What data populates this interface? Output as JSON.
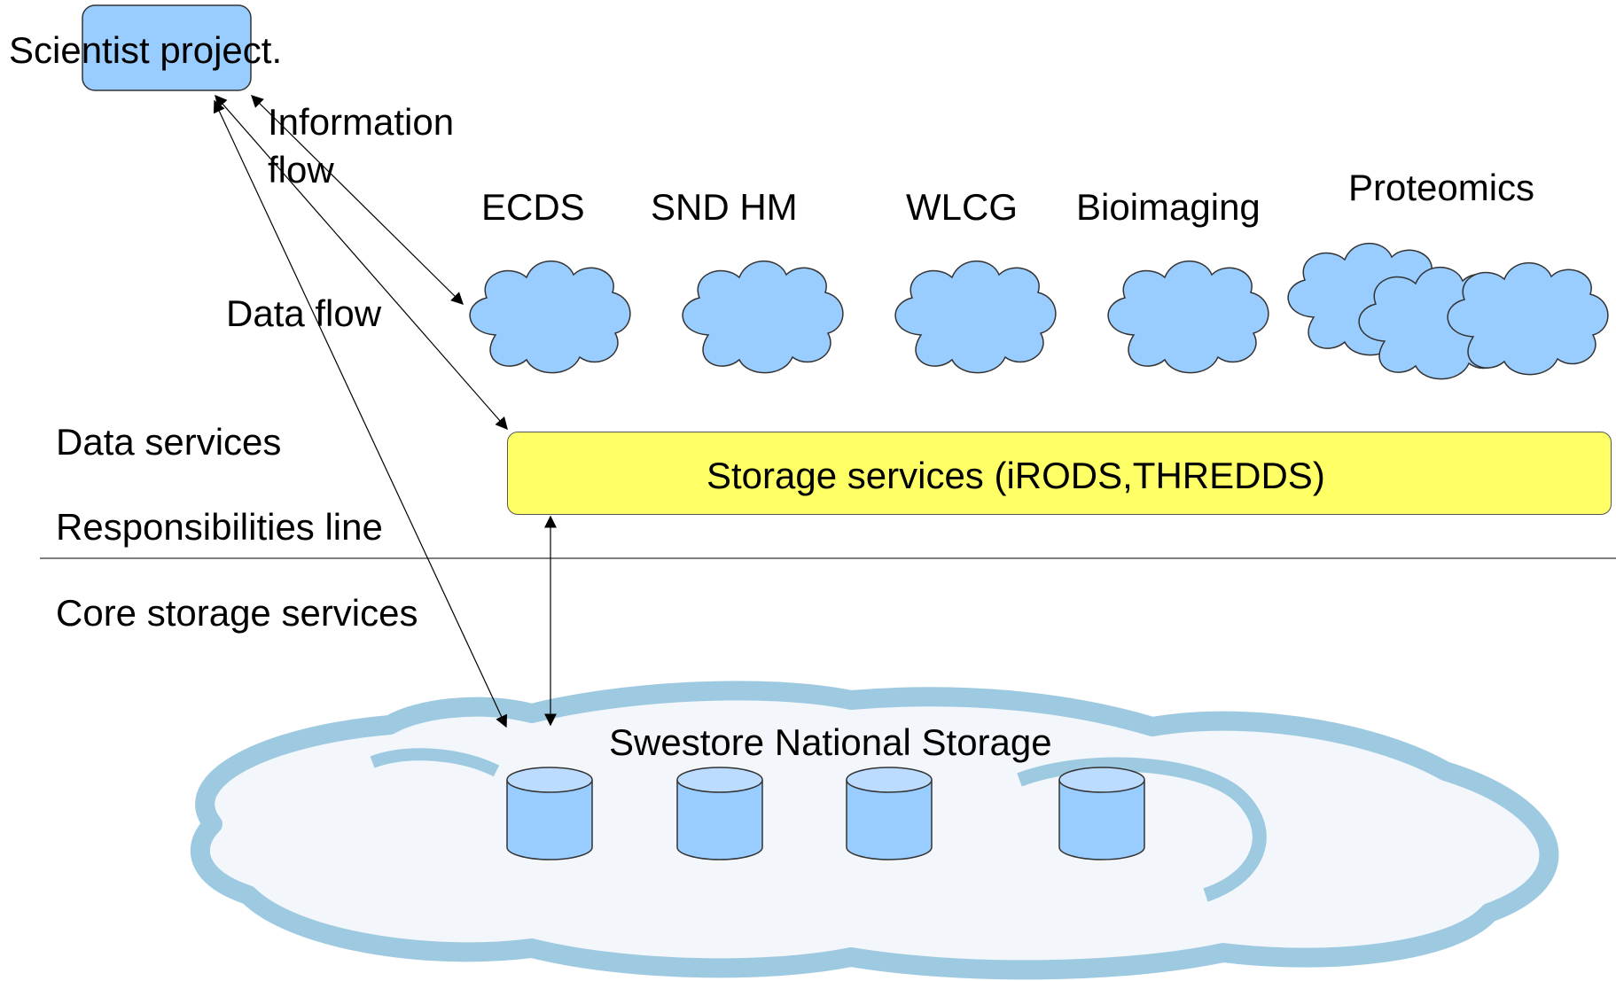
{
  "scientist_label": "Scientist project.",
  "information_flow_label": [
    "Information",
    "flow"
  ],
  "data_flow_label": "Data flow",
  "services": [
    "ECDS",
    "SND HM",
    "WLCG",
    "Bioimaging",
    "Proteomics"
  ],
  "layers": {
    "data_services": "Data services",
    "responsibilities_line": "Responsibilities line",
    "core_storage_services": "Core storage services"
  },
  "storage_services_label": "Storage services (iRODS,THREDDS)",
  "national_storage_label": "Swestore National Storage",
  "colors": {
    "cloud_fill": "#99ccff",
    "storage_box_fill": "#ffff66",
    "national_cloud": "#9ecae1",
    "disk_fill": "#99ccff"
  },
  "icons": [
    "cloud-icon",
    "database-disk-icon",
    "arrow"
  ]
}
